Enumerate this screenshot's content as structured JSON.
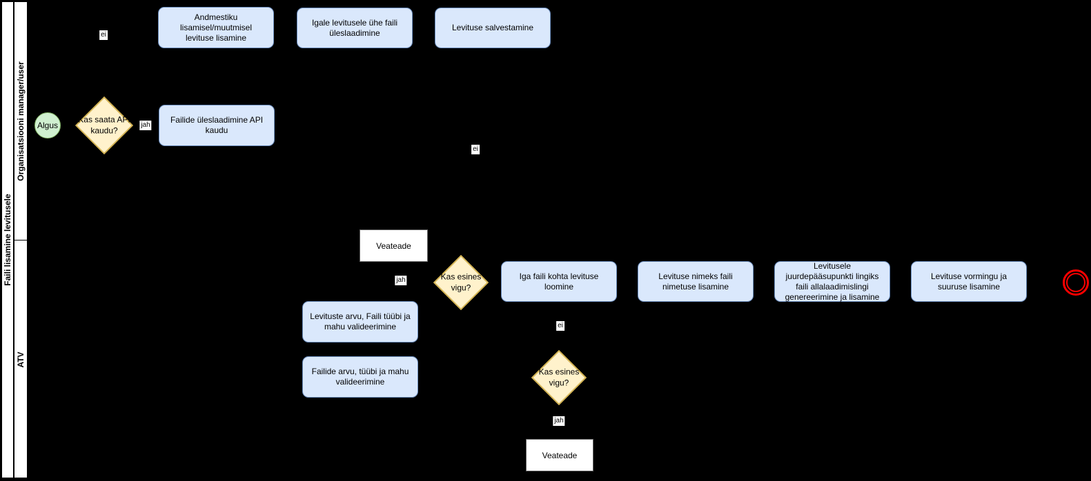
{
  "pool": {
    "title": "Faili lisamine levitusele",
    "lanes": [
      {
        "label": "Organisatsiooni manager/user"
      },
      {
        "label": "ATV"
      }
    ]
  },
  "nodes": {
    "start_event": {
      "label": "Algus"
    },
    "decision_api": {
      "label": "Kas saata API kaudu?"
    },
    "task_andmestiku": {
      "label": "Andmestiku lisamisel/muutmisel levituse lisamine"
    },
    "task_igale": {
      "label": "Igale levitusele ühe faili üleslaadimine"
    },
    "task_salvestamine": {
      "label": "Levituse salvestamine"
    },
    "task_api_upload": {
      "label": "Failide üleslaadimine API kaudu"
    },
    "veateade_top": {
      "label": "Veateade"
    },
    "decision_vigu_1": {
      "label": "Kas esines vigu?"
    },
    "task_levituste_arv": {
      "label": "Levituste arvu, Faili tüübi ja mahu valideerimine"
    },
    "task_failide_arv": {
      "label": "Failide arvu, tüübi ja mahu valideerimine"
    },
    "task_iga_faili": {
      "label": "Iga faili kohta levituse loomine"
    },
    "task_nimeks": {
      "label": "Levituse nimeks faili nimetuse lisamine"
    },
    "task_juurdepaas": {
      "label": "Levitusele juurdepääsupunkti lingiks faili allalaadimislingi genereerimine ja lisamine"
    },
    "task_vorming": {
      "label": "Levituse vormingu ja suuruse lisamine"
    },
    "decision_vigu_2": {
      "label": "Kas esines vigu?"
    },
    "veateade_bottom": {
      "label": "Veateade"
    }
  },
  "edge_labels": {
    "ei_top": "ei",
    "jah_start": "jah",
    "ei_mid": "ei",
    "jah_vigu_1": "jah",
    "ei_vigu_2": "ei",
    "jah_vigu_2": "jah"
  },
  "colors": {
    "background": "#000000",
    "task_fill": "#dae8fc",
    "task_border": "#6c8ebf",
    "decision_fill": "#fff2cc",
    "decision_border": "#d6b656",
    "start_fill": "#d0f0d0",
    "start_border": "#82b366",
    "end_color": "#ff0000"
  }
}
